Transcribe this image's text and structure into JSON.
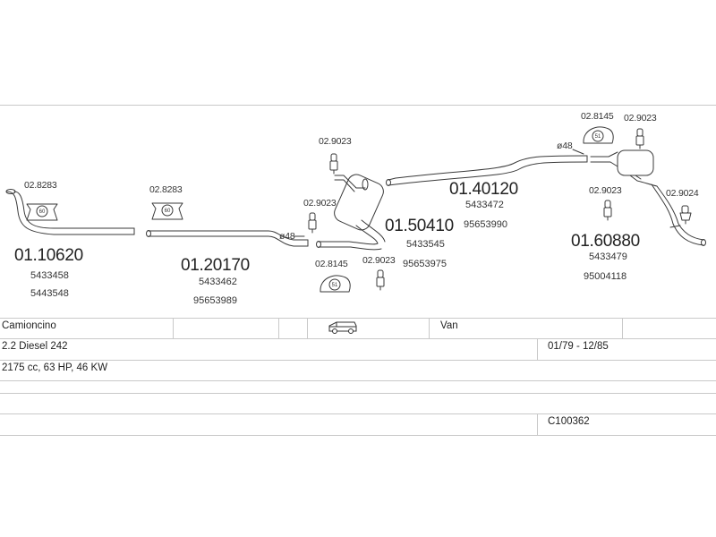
{
  "header": {
    "vehicle_type": "Camioncino",
    "van_label": "Van",
    "engine": "2.2 Diesel 242",
    "years": "01/79 - 12/85",
    "specs": "2175 cc, 63 HP, 46 KW",
    "catalog_code": "C100362",
    "van_icon": "van-icon"
  },
  "parts": {
    "p1": {
      "number": "01.10620",
      "refs": [
        "5433458",
        "5443548"
      ]
    },
    "p2": {
      "number": "01.20170",
      "refs": [
        "5433462",
        "95653989"
      ]
    },
    "p3": {
      "number": "01.50410",
      "refs": [
        "5433545",
        "95653975"
      ]
    },
    "p4": {
      "number": "01.40120",
      "refs": [
        "5433472",
        "95653990"
      ]
    },
    "p5": {
      "number": "01.60880",
      "refs": [
        "5433479",
        "95004118"
      ]
    }
  },
  "fittings": {
    "f1": {
      "code": "02.8283",
      "badge": "60"
    },
    "f2": {
      "code": "02.8283",
      "badge": "60"
    },
    "f3": {
      "code": "02.9023"
    },
    "f4": {
      "code": "02.9023"
    },
    "f5": {
      "code": "02.8145",
      "badge": "51"
    },
    "f6": {
      "code": "02.9023"
    },
    "f7": {
      "code": "02.8145",
      "badge": "51"
    },
    "f8": {
      "code": "02.9023"
    },
    "f9": {
      "code": "02.9023"
    },
    "f10": {
      "code": "02.9024"
    }
  },
  "diameters": {
    "d1": "ø48",
    "d2": "ø48"
  },
  "colors": {
    "line": "#c9c9c9",
    "drawing": "#3a3a3a"
  }
}
